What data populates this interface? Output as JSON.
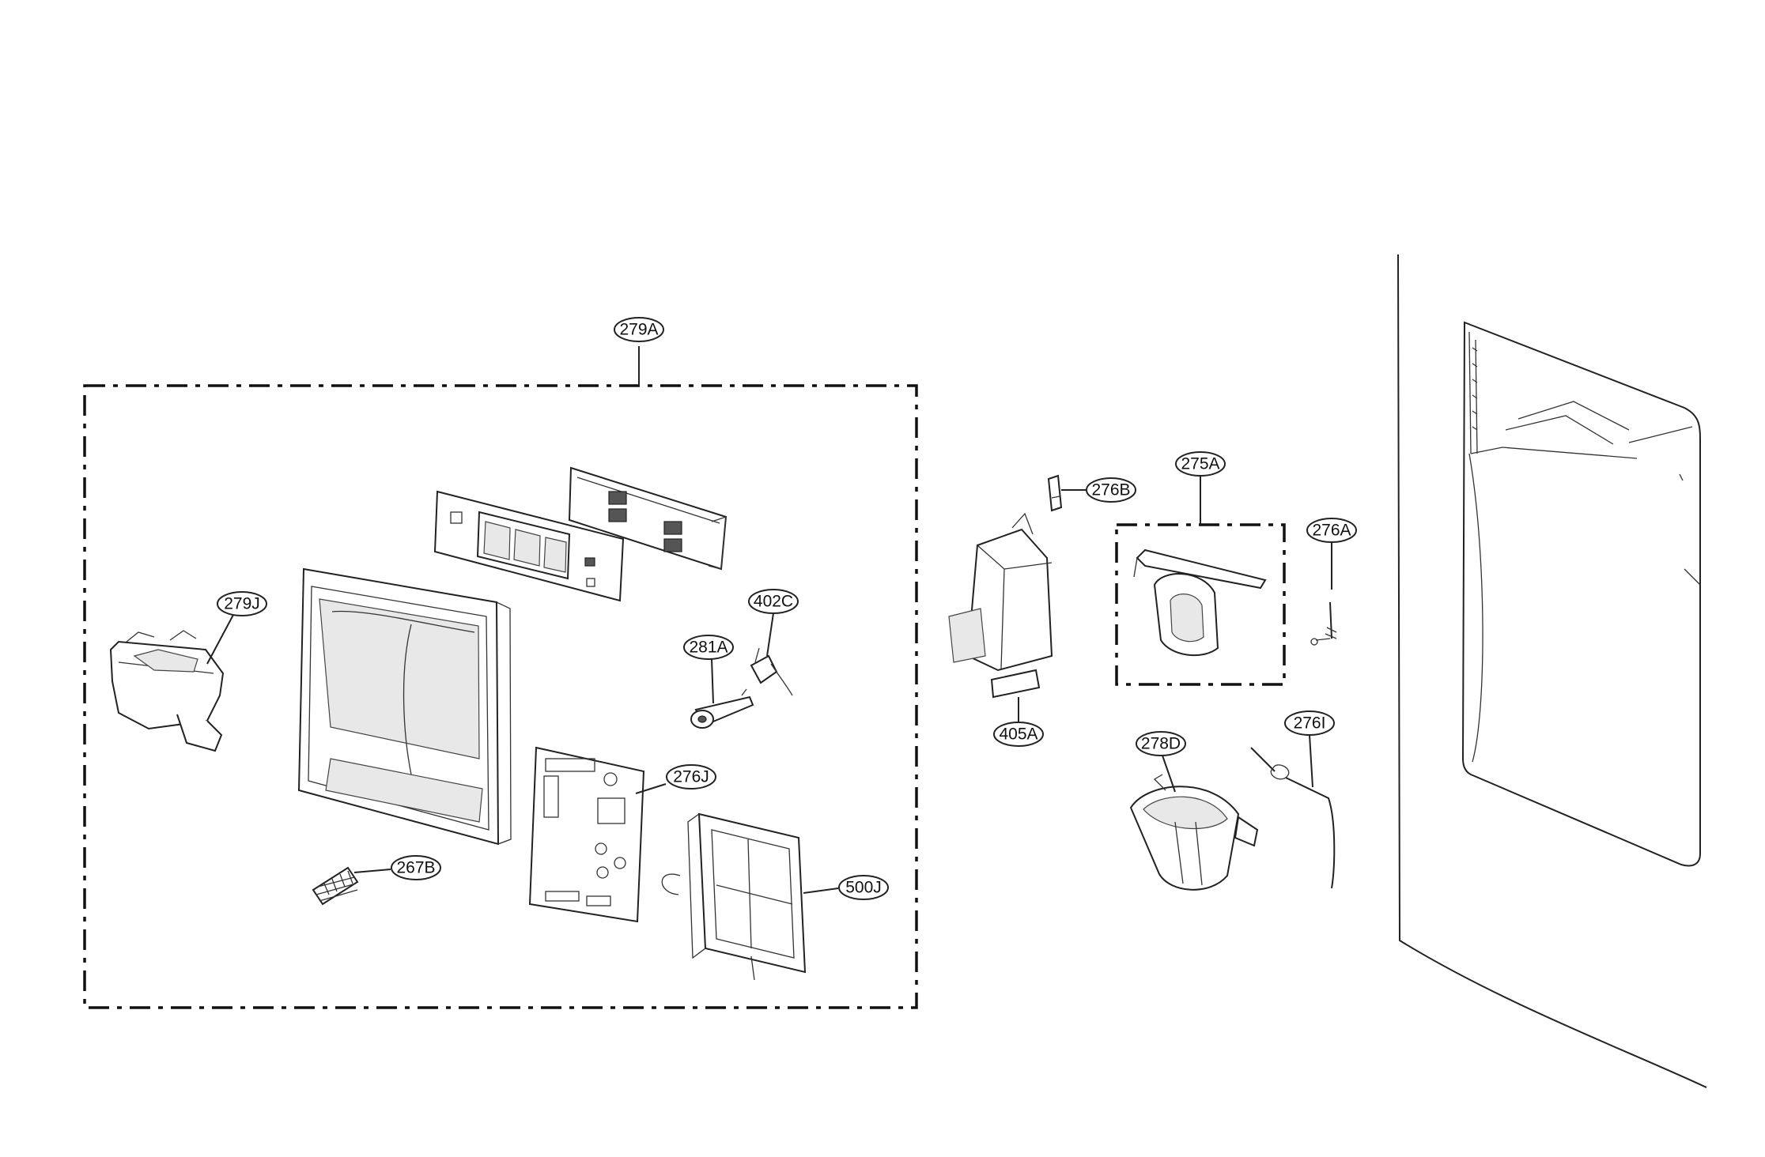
{
  "callouts": {
    "c279A": "279A",
    "c279J": "279J",
    "c402C": "402C",
    "c281A": "281A",
    "c276J": "276J",
    "c267B": "267B",
    "c500J": "500J",
    "c276B": "276B",
    "c275A": "275A",
    "c276A": "276A",
    "c405A": "405A",
    "c278D": "278D",
    "c276I": "276I"
  },
  "colors": {
    "line": "#222222",
    "background": "#ffffff"
  }
}
